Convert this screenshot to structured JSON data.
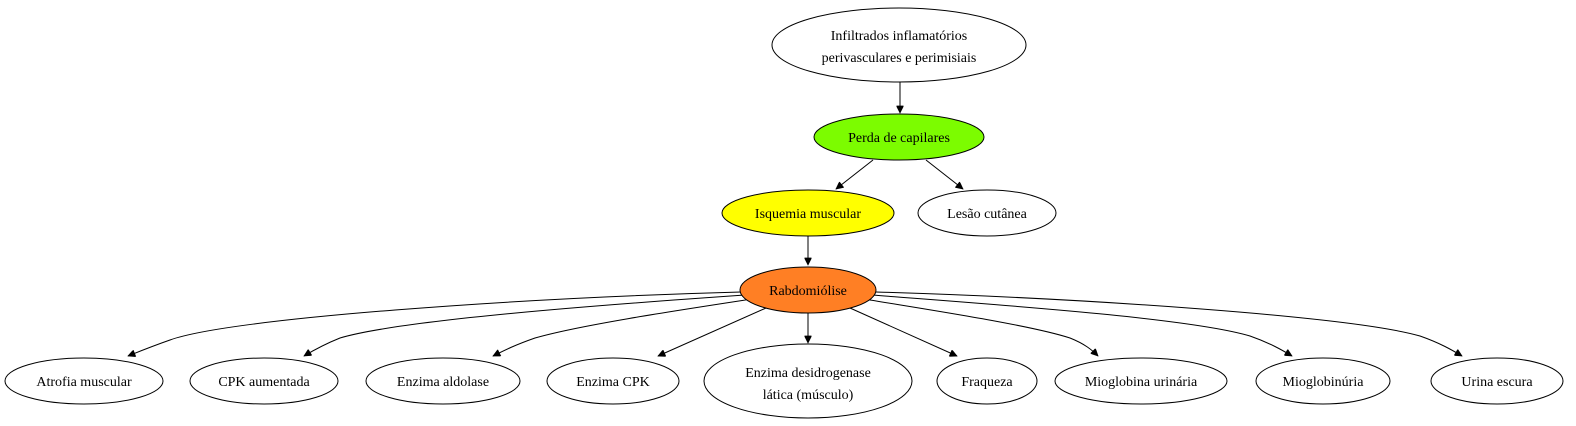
{
  "nodes": {
    "infiltrados": {
      "lines": [
        "Infiltrados inflamatórios",
        "perivasculares e perimisiais"
      ],
      "fill": "#ffffff"
    },
    "perda": {
      "lines": [
        "Perda de capilares"
      ],
      "fill": "#7cfc00"
    },
    "isquemia": {
      "lines": [
        "Isquemia muscular"
      ],
      "fill": "#ffff00"
    },
    "lesao": {
      "lines": [
        "Lesão cutânea"
      ],
      "fill": "#ffffff"
    },
    "rabdomiolise": {
      "lines": [
        "Rabdomiólise"
      ],
      "fill": "#ff7f24"
    },
    "atrofia": {
      "lines": [
        "Atrofia muscular"
      ],
      "fill": "#ffffff"
    },
    "cpk_aumentada": {
      "lines": [
        "CPK aumentada"
      ],
      "fill": "#ffffff"
    },
    "aldolase": {
      "lines": [
        "Enzima aldolase"
      ],
      "fill": "#ffffff"
    },
    "enzima_cpk": {
      "lines": [
        "Enzima CPK"
      ],
      "fill": "#ffffff"
    },
    "ldh": {
      "lines": [
        "Enzima desidrogenase",
        "lática (músculo)"
      ],
      "fill": "#ffffff"
    },
    "fraqueza": {
      "lines": [
        "Fraqueza"
      ],
      "fill": "#ffffff"
    },
    "mioglobina_urinaria": {
      "lines": [
        "Mioglobina urinária"
      ],
      "fill": "#ffffff"
    },
    "mioglobinuria": {
      "lines": [
        "Mioglobinúria"
      ],
      "fill": "#ffffff"
    },
    "urina_escura": {
      "lines": [
        "Urina escura"
      ],
      "fill": "#ffffff"
    }
  },
  "edges": [
    {
      "from": "infiltrados",
      "to": "perda"
    },
    {
      "from": "perda",
      "to": "isquemia"
    },
    {
      "from": "perda",
      "to": "lesao"
    },
    {
      "from": "isquemia",
      "to": "rabdomiolise"
    },
    {
      "from": "rabdomiolise",
      "to": "atrofia"
    },
    {
      "from": "rabdomiolise",
      "to": "cpk_aumentada"
    },
    {
      "from": "rabdomiolise",
      "to": "aldolase"
    },
    {
      "from": "rabdomiolise",
      "to": "enzima_cpk"
    },
    {
      "from": "rabdomiolise",
      "to": "ldh"
    },
    {
      "from": "rabdomiolise",
      "to": "fraqueza"
    },
    {
      "from": "rabdomiolise",
      "to": "mioglobina_urinaria"
    },
    {
      "from": "rabdomiolise",
      "to": "mioglobinuria"
    },
    {
      "from": "rabdomiolise",
      "to": "urina_escura"
    }
  ]
}
